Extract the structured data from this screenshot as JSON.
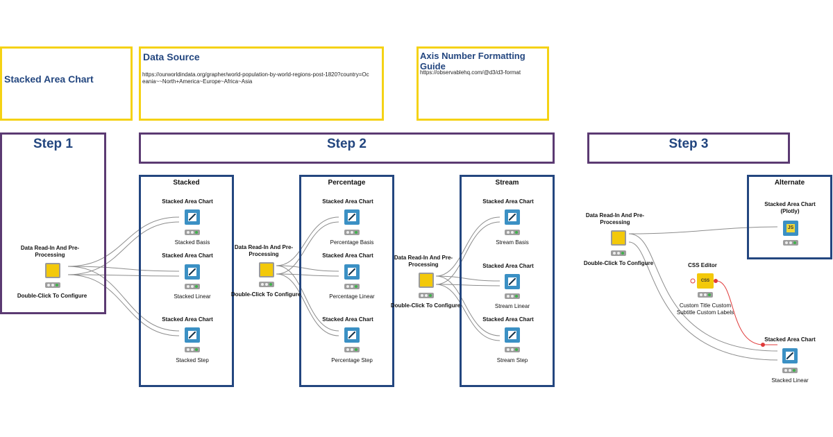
{
  "info_boxes": {
    "title": "Stacked Area Chart",
    "data_source": {
      "heading": "Data Source",
      "text": "https://ourworldindata.org/grapher/world-population-by-world-regions-post-1820?country=Oceania~~North+America~Europe~Africa~Asia"
    },
    "axis_guide": {
      "heading": "Axis Number Formatting Guide",
      "text": "https://observablehq.com/@d3/d3-format"
    }
  },
  "steps": {
    "step1": "Step 1",
    "step2": "Step 2",
    "step3": "Step 3"
  },
  "groups": {
    "stacked": "Stacked",
    "percentage": "Percentage",
    "stream": "Stream",
    "alternate": "Alternate"
  },
  "nodes": {
    "reader_label": "Data Read-In And Pre-Processing",
    "reader_footer": "Double-Click To Configure",
    "chart_label": "Stacked Area Chart",
    "plotly_label": "Stacked Area Chart (Plotly)",
    "css_label": "CSS Editor",
    "css_icon": "CSS",
    "js_icon": "JS",
    "css_sub": "Custom Title Custom Subtitle Custom Labels",
    "stacked_basis": "Stacked Basis",
    "stacked_linear": "Stacked Linear",
    "stacked_step": "Stacked Step",
    "percentage_basis": "Percentage Basis",
    "percentage_linear": "Percentage Linear",
    "percentage_step": "Percentage Step",
    "stream_basis": "Stream Basis",
    "stream_linear": "Stream Linear",
    "stream_step": "Stream Step",
    "step3_linear": "Stacked Linear"
  },
  "colors": {
    "yellow_border": "#f5d214",
    "purple_border": "#5b3a72",
    "blue_border": "#23467f",
    "node_blue": "#3b90c4",
    "node_yellow": "#f3c90a",
    "css_connection": "#e03a3a"
  }
}
